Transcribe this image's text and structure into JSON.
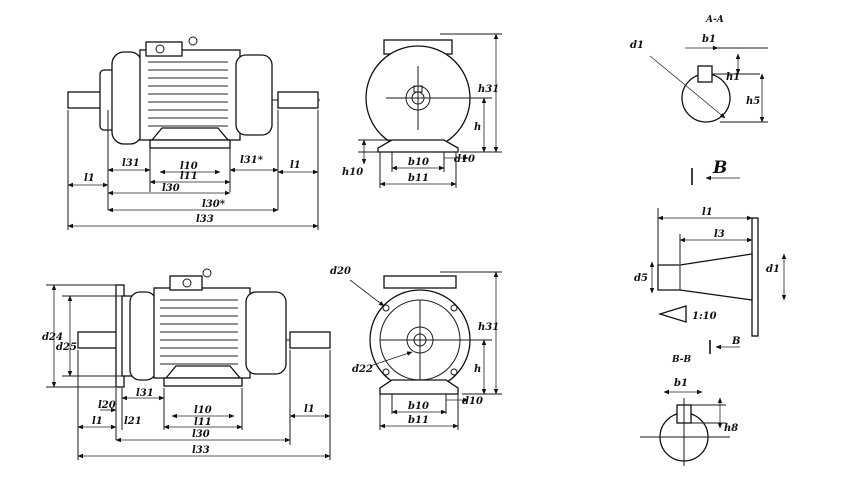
{
  "labels": {
    "l1": "l1",
    "l31": "l31",
    "l10": "l10",
    "l11": "l11",
    "l30": "l30",
    "l31s": "l31*",
    "l30s": "l30*",
    "l33": "l33",
    "h31": "h31",
    "h": "h",
    "h10": "h10",
    "b10": "b10",
    "b11": "b11",
    "d10": "d10",
    "d1": "d1",
    "b1": "b1",
    "h1": "h1",
    "h5": "h5",
    "l3": "l3",
    "d5": "d5",
    "taper": "1:10",
    "d24": "d24",
    "d25": "d25",
    "d20": "d20",
    "d22": "d22",
    "l20": "l20",
    "l21": "l21",
    "h8": "h8"
  },
  "sections": {
    "aa": "A-A",
    "b_view": "B",
    "b_arrow": "B",
    "bb": "B-B"
  }
}
